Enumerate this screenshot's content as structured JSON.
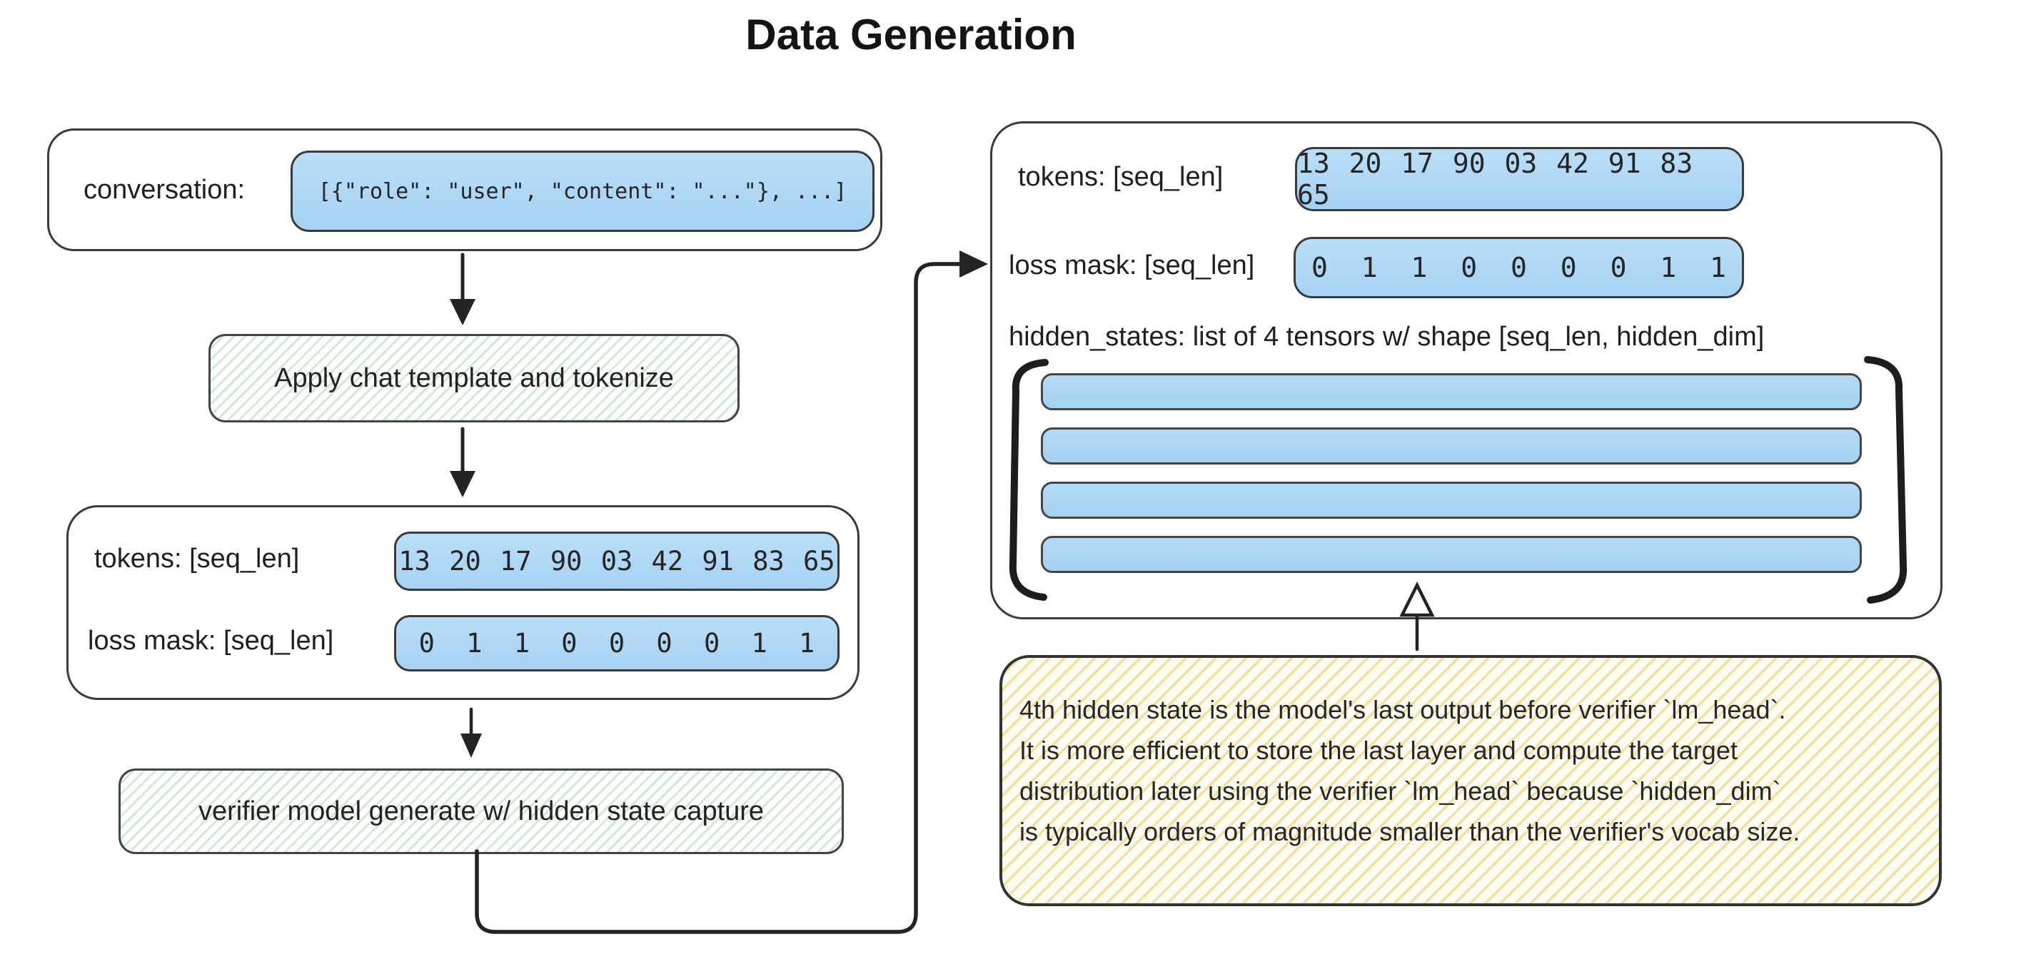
{
  "title": "Data Generation",
  "colors": {
    "ink": "#2e2e2e",
    "stroke": "#232323",
    "pill_blue_top": "#badef8",
    "pill_blue_bottom": "#a6d2f3",
    "pill_border": "#3a3a3a",
    "green_hatch_stripe": "#cfead3",
    "yellow_hatch_stripe": "#f3df9e",
    "background": "#ffffff"
  },
  "conversation_box": {
    "label": "conversation:",
    "code": "[{\"role\": \"user\", \"content\": \"...\"}, ...]"
  },
  "flow": {
    "step1_label": "Apply chat template and tokenize",
    "step2_label": "verifier model generate w/ hidden state capture"
  },
  "tokens_box": {
    "tokens_label": "tokens: [seq_len]",
    "tokens_values": "13 20 17 90 03 42 91 83 65",
    "loss_mask_label": "loss mask: [seq_len]",
    "loss_mask_values": "0 1 1 0 0 0 0 1 1"
  },
  "output_box": {
    "tokens_label": "tokens: [seq_len]",
    "tokens_values": "13 20 17 90 03 42 91 83 65",
    "loss_mask_label": "loss mask: [seq_len]",
    "loss_mask_values": "0 1 1 0 0 0 0 1 1",
    "hidden_states_label": "hidden_states: list of 4 tensors w/ shape [seq_len, hidden_dim]",
    "tensor_count": 4
  },
  "note": {
    "lines": [
      "4th hidden state is the model's last output before verifier `lm_head`.",
      "It is more efficient to store the last layer and compute the target",
      "distribution later using the verifier `lm_head` because `hidden_dim`",
      "is typically orders of magnitude smaller than the verifier's vocab size."
    ]
  }
}
